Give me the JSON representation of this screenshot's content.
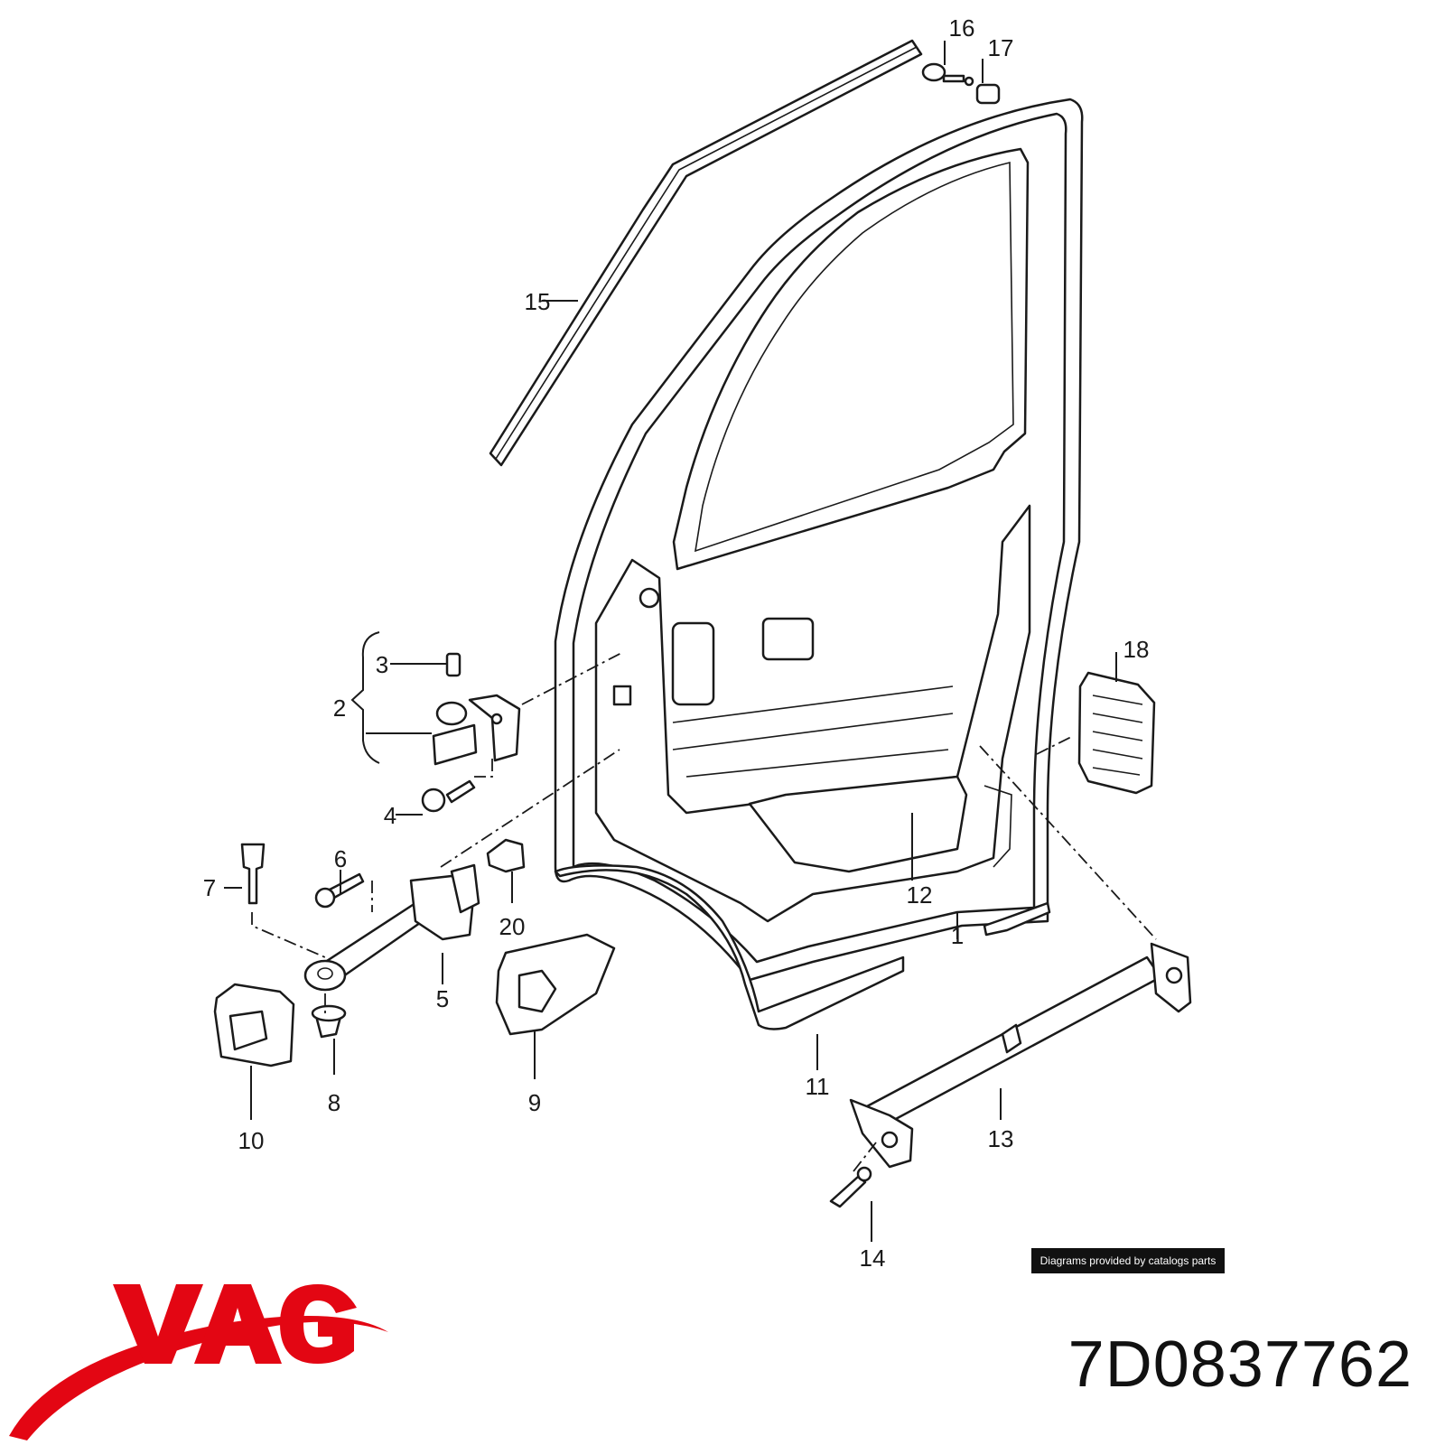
{
  "callouts": [
    "1",
    "2",
    "3",
    "4",
    "5",
    "6",
    "7",
    "8",
    "9",
    "10",
    "11",
    "12",
    "13",
    "14",
    "15",
    "16",
    "17",
    "18",
    "20"
  ],
  "credit": "Diagrams provided by catalogs parts",
  "brand": {
    "name": "VAG",
    "color": "#e30613"
  },
  "part_number": "7D0837762"
}
